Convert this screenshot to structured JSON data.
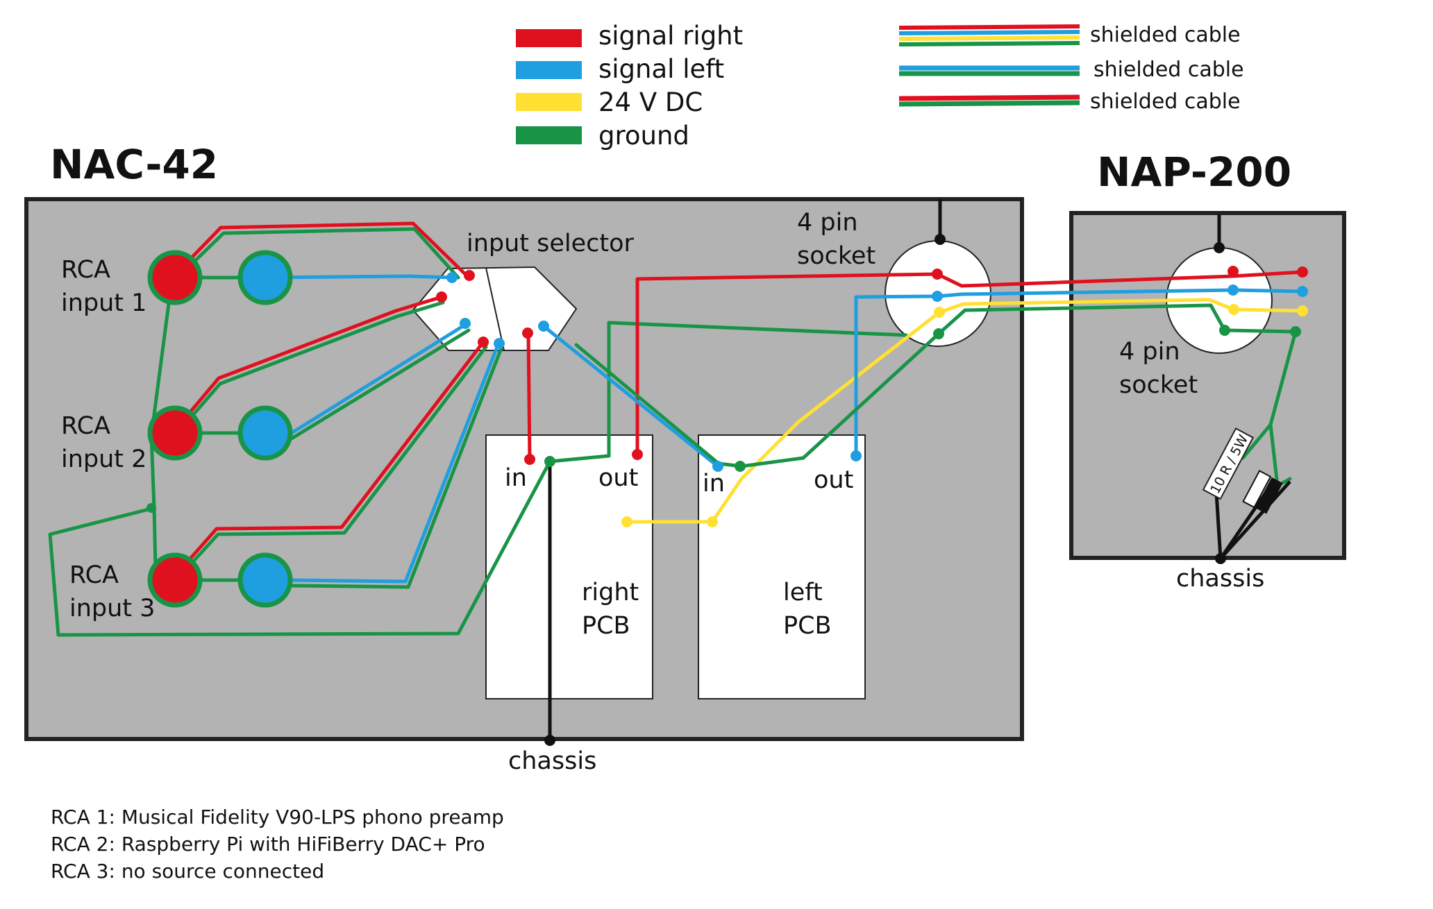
{
  "legend": {
    "items": [
      {
        "label": "signal right",
        "color": "#e0111e"
      },
      {
        "label": "signal left",
        "color": "#1f9ee0"
      },
      {
        "label": "24 V DC",
        "color": "#ffe033"
      },
      {
        "label": "ground",
        "color": "#189447"
      }
    ],
    "cables": [
      {
        "label": "shielded cable",
        "colors": [
          "#e0111e",
          "#1f9ee0",
          "#ffe033",
          "#189447"
        ]
      },
      {
        "label": "shielded cable",
        "colors": [
          "#1f9ee0",
          "#189447"
        ]
      },
      {
        "label": "shielded cable",
        "colors": [
          "#e0111e",
          "#189447"
        ]
      }
    ]
  },
  "nac42": {
    "title": "NAC-42",
    "rca": [
      {
        "line1": "RCA",
        "line2": "input 1"
      },
      {
        "line1": "RCA",
        "line2": "input 2"
      },
      {
        "line1": "RCA",
        "line2": "input 3"
      }
    ],
    "input_selector": "input selector",
    "socket": {
      "line1": "4 pin",
      "line2": "socket"
    },
    "right_pcb": {
      "in": "in",
      "out": "out",
      "name1": "right",
      "name2": "PCB"
    },
    "left_pcb": {
      "in": "in",
      "out": "out",
      "name1": "left",
      "name2": "PCB"
    },
    "chassis": "chassis"
  },
  "nap200": {
    "title": "NAP-200",
    "socket": {
      "line1": "4 pin",
      "line2": "socket"
    },
    "resistor": "10 R / 5W",
    "chassis": "chassis"
  },
  "notes": [
    "RCA 1: Musical Fidelity V90-LPS phono preamp",
    "RCA 2: Raspberry Pi with HiFiBerry DAC+ Pro",
    "RCA 3: no source connected"
  ],
  "colors": {
    "red": "#e0111e",
    "blue": "#1f9ee0",
    "yellow": "#ffe033",
    "green": "#189447",
    "panel": "#b3b3b3"
  }
}
